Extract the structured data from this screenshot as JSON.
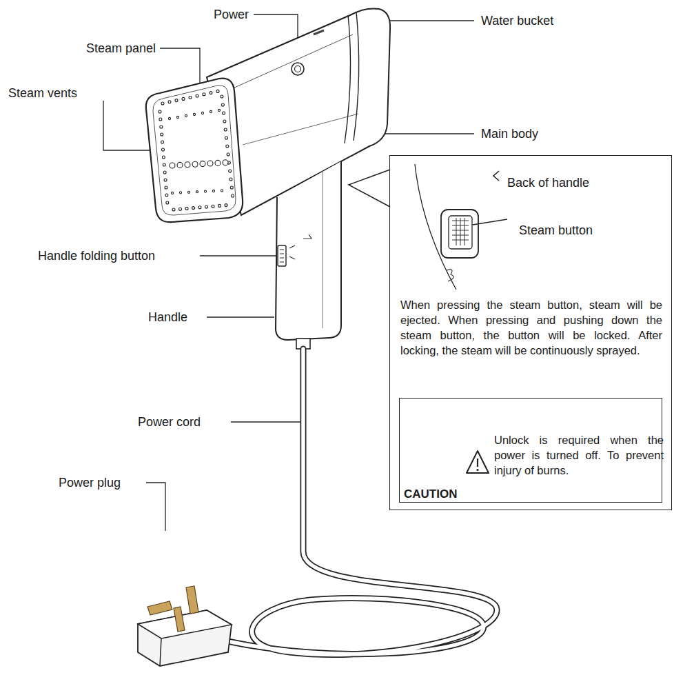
{
  "diagram": {
    "nodes": [
      {
        "text": [
          "Back of handle",
          "Steam button",
          "When pressing the steam button, steam will be ejected. When pressing and pushing down the steam button, the button will be locked. After locking, the steam will be continuously sprayed."
        ]
      },
      {
        "text": [
          "Unlock is required when the power is turned off. To prevent injury of burns.",
          "CAUTION"
        ],
        "in": 0
      }
    ],
    "labels": [
      "Power",
      "Water bucket",
      "Steam panel",
      "Steam vents",
      "Main body",
      "Handle folding button",
      "Handle",
      "Power cord",
      "Power plug"
    ]
  }
}
